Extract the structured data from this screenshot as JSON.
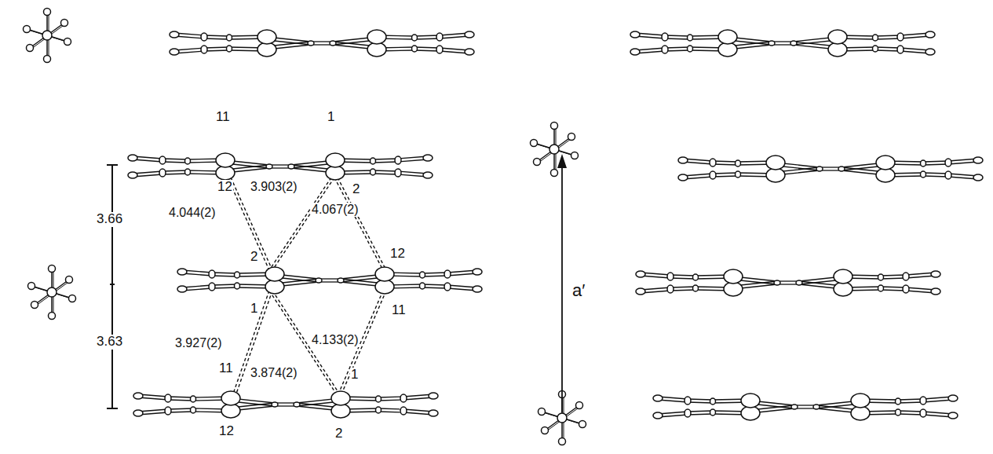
{
  "diagram": {
    "labels": [
      "11",
      "1",
      "12",
      "3.903(2)",
      "2",
      "4.044(2)",
      "3.66",
      "4.067(2)",
      "2",
      "12",
      "1",
      "11",
      "3.63",
      "3.927(2)",
      "4.133(2)",
      "11",
      "3.874(2)",
      "1",
      "12",
      "2",
      "a′"
    ]
  }
}
